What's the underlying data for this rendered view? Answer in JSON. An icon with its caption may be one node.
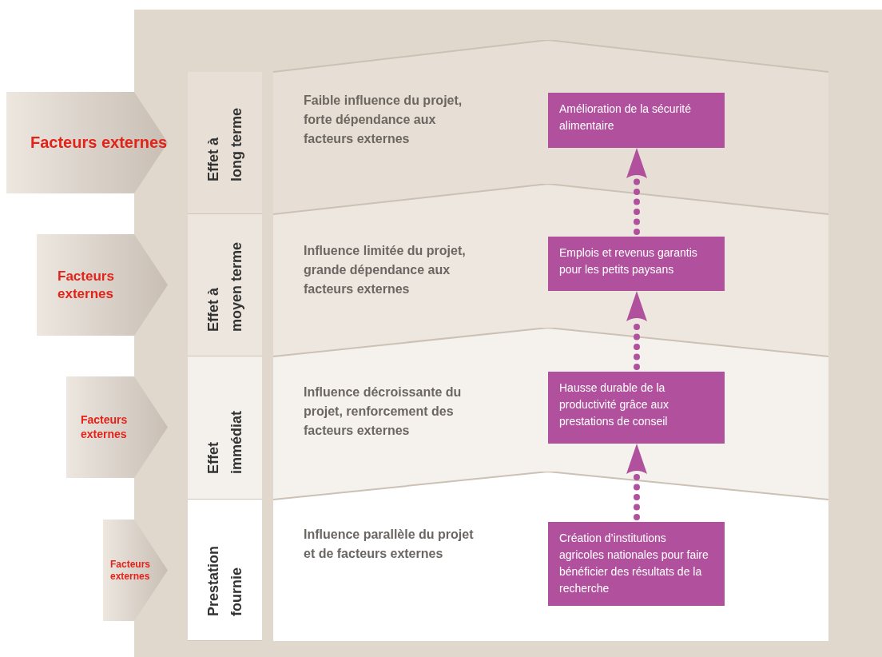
{
  "diagram": {
    "nodes": [
      {
        "text": [
          "Facteurs externes"
        ]
      },
      {
        "text": [
          "Effet à long terme"
        ]
      },
      {
        "text": [
          "Faible influence du projet, forte dépendance aux facteurs externes"
        ]
      },
      {
        "text": [
          "Amélioration de la sécurité alimentaire"
        ],
        "in": 2
      },
      {
        "text": [
          "Facteurs externes"
        ]
      },
      {
        "text": [
          "Effet à moyen terme"
        ]
      },
      {
        "text": [
          "Influence limitée du projet, grande dépendance aux facteurs externes"
        ]
      },
      {
        "text": [
          "Emplois et revenus garantis pour les petits paysans"
        ],
        "in": 6
      },
      {
        "text": [
          "Facteurs externes"
        ]
      },
      {
        "text": [
          "Effet immédiat"
        ]
      },
      {
        "text": [
          "Influence décroissante du projet, renforcement des facteurs externes"
        ]
      },
      {
        "text": [
          "Hausse durable de la productivité grâce aux prestations de conseil"
        ],
        "in": 10
      },
      {
        "text": [
          "Facteurs externes"
        ]
      },
      {
        "text": [
          "Prestation fournie"
        ]
      },
      {
        "text": [
          "Influence parallèle du projet et de facteurs externes"
        ]
      },
      {
        "text": [
          "Création d’institutions agricoles nationales pour faire bénéficier des résultats de la recherche"
        ],
        "in": 14
      }
    ],
    "edges": [
      {
        "from": 15,
        "to": 11,
        "arrow": "to",
        "style": "dashed"
      },
      {
        "from": 11,
        "to": 7,
        "arrow": "to",
        "style": "dashed"
      },
      {
        "from": 7,
        "to": 3,
        "arrow": "to",
        "style": "dashed"
      }
    ]
  }
}
